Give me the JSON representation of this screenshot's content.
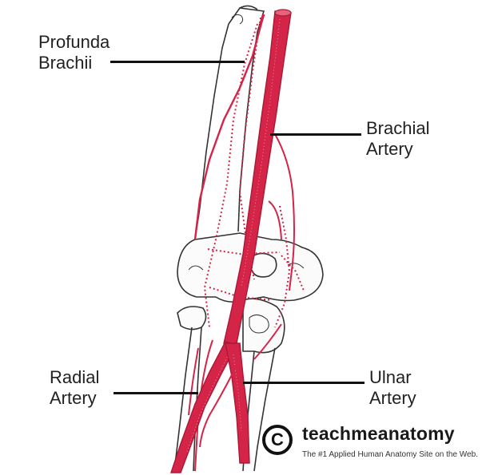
{
  "labels": {
    "profunda_brachii": [
      "Profunda",
      "Brachii"
    ],
    "brachial_artery": [
      "Brachial",
      "Artery"
    ],
    "radial_artery": [
      "Radial",
      "Artery"
    ],
    "ulnar_artery": [
      "Ulnar",
      "Artery"
    ]
  },
  "logo": {
    "symbol": "C",
    "brand": "teachmeanatomy",
    "tagline": "The #1 Applied Human Anatomy Site on the Web."
  },
  "colors": {
    "artery": "#d42448",
    "artery_light": "#e8627a",
    "bone_line": "#333333",
    "leader": "#111111"
  }
}
